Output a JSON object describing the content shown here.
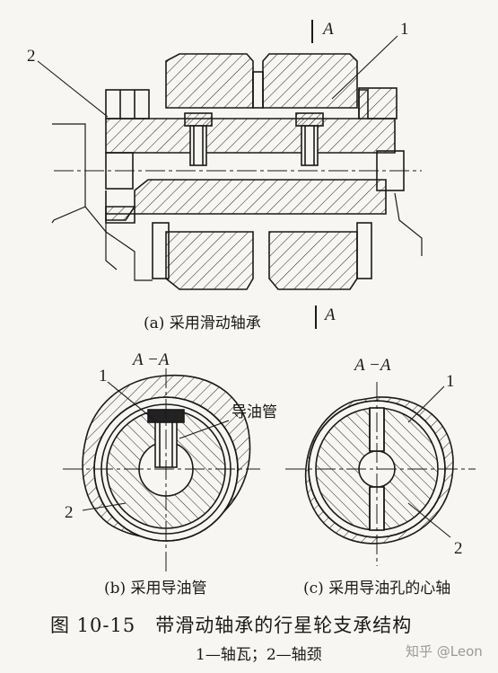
{
  "labels": {
    "sec_a_top": "A",
    "sec_a_bottom": "A",
    "part1_top": "1",
    "part2_top": "2",
    "sub_a": "(a) 采用滑动轴承",
    "sec_b": "A −A",
    "part1_b": "1",
    "oil_tube": "导油管",
    "part2_b": "2",
    "sub_b": "(b) 采用导油管",
    "sec_c": "A −A",
    "part1_c": "1",
    "part2_c": "2",
    "sub_c": "(c) 采用导油孔的心轴",
    "figure_title": "图 10-15　带滑动轴承的行星轮支承结构",
    "figure_legend": "1—轴瓦；2—轴颈",
    "watermark": "知乎 @Leon"
  }
}
